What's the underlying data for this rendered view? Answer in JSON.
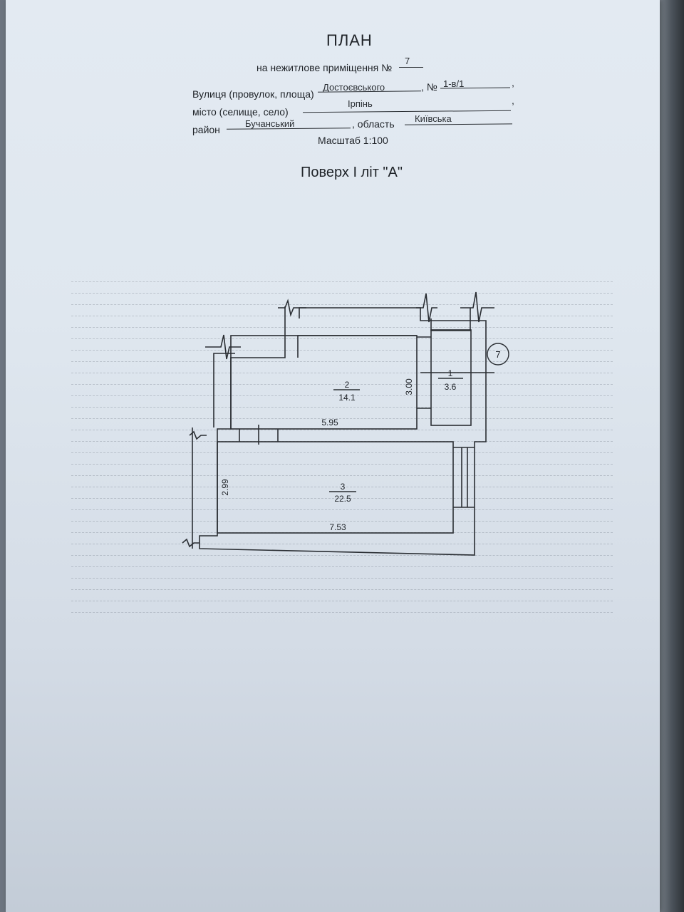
{
  "header": {
    "title": "ПЛАН",
    "subtitle_label": "на нежитлове приміщення №",
    "premises_no": "7",
    "street_label": "Вулиця (провулок, площа)",
    "street_value": "Достоєвського",
    "number_label": ", №",
    "number_value": "1-в/1",
    "city_label": "місто (селище, село)",
    "city_value": "Ірпінь",
    "district_label": "район",
    "district_value": "Бучанський",
    "region_label": ", область",
    "region_value": "Київська",
    "comma": ",",
    "scale": "Масштаб  1:100"
  },
  "floor_label": "Поверх І  літ \"А\"",
  "rooms": [
    {
      "no": "1",
      "area": "3.6"
    },
    {
      "no": "2",
      "area": "14.1"
    },
    {
      "no": "3",
      "area": "22.5"
    }
  ],
  "dimensions": {
    "room2_width": "5.95",
    "room2_height": "3.00",
    "room3_width": "7.53",
    "room3_height": "2.99"
  },
  "unit_marker": "7",
  "colors": {
    "line": "#2a2e33",
    "paper": "#dfe7ef"
  }
}
